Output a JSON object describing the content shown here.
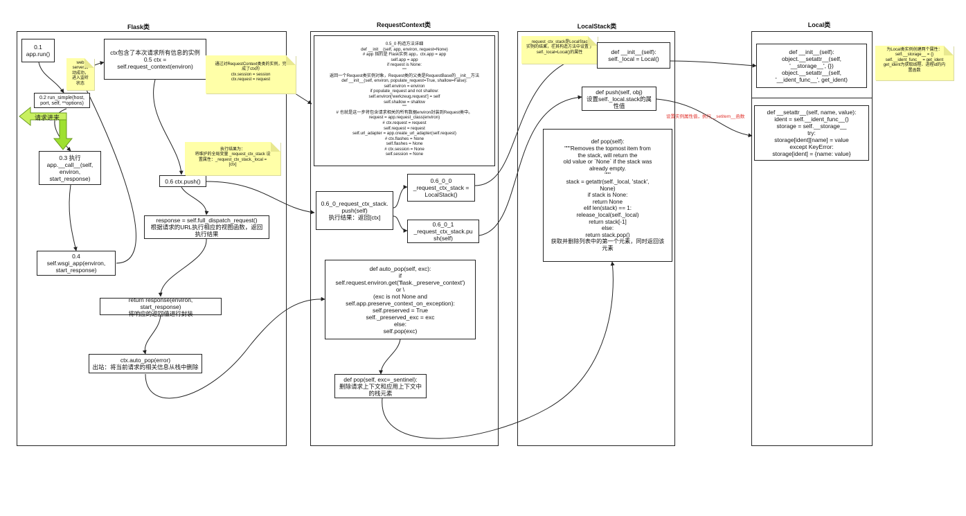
{
  "lanes": {
    "flask": "Flask类",
    "request_context": "RequestContext类",
    "local_stack": "LocalStack类",
    "local": "Local类"
  },
  "flask": {
    "n01": "0.1\napp.run()",
    "n02": "0.2  run_simple(host,\nport, self, **options)",
    "n03": "0.3 执行\napp.__call__(self,\nenviron,\nstart_response)",
    "n04": "0.4\nself.wsgi_app(environ,\nstart_response)",
    "n05": "ctx包含了本次请求所有信息的实例\n0.5 ctx =\nself.request_context(environ)",
    "n06": "0.6 ctx.push()",
    "dispatch": "response = self.full_dispatch_request()\n根据请求的URL执行相应的视图函数，返回\n执行结果",
    "return_response": "return response(environ,\nstart_response)\n将响应的返回值进行封装",
    "auto_pop": "ctx.auto_pop(error)\n出站：将当前请求的相关信息从栈中删除",
    "note_web_server": "web\nserver启\n动成功，\n进入监听\n状态",
    "arrow_label": "请求进来"
  },
  "request_context": {
    "init_code": "0.5_0  构造方法详细\ndef __init__(self, app, environ, request=None)\n# app 指的是 Flask实例 app，ctx.app = app\nself.app = app\nif request is None:\n\"\"\"\n返回一个Request类实例对象，Request类的父类是RequestBase的__init__方法\ndef __init__(self, environ, populate_request=True, shallow=False):\nself.environ = environ\nif populate_request and not shallow:\nself.environ['werkzeug.request'] = self\nself.shallow = shallow\n\"\"\"\n# 也就是这一步将包含请求相关的所有数据environ封装到Request类中。\nrequest = app.request_class(environ)\n# ctx.request = request\nself.request = request\nself.url_adapter = app.create_url_adapter(self.request)\n# ctx.flashes = None\nself.flashes = None\n# ctx.session = None\nself.session = None",
    "push_box": "0.6_0_request_ctx_stack.\npush(self)\n执行结果：返回[ctx]",
    "n060": "0.6_0_0\n_request_ctx_stack =\nLocalStack()",
    "n061": "0.6_0_1\n_request_ctx_stack.pu\nsh(self)",
    "auto_pop_def": "def auto_pop(self, exc):\nif\nself.request.environ.get('flask._preserve_context')\nor \\\n(exc is not None and\nself.app.preserve_context_on_exception):\nself.preserved = True\nself._preserved_exc = exc\nelse:\nself.pop(exc)",
    "pop_def": "def pop(self, exc=_sentinel):\n删除请求上下文和应用上下文中\n的栈元素",
    "note_ctx": "通过对RequestContext类类的实例，完\n成了ctx的\nctx.session = session\nctx.request = request",
    "note_push": "执行结果为：\n将维护的全局变量 _request_ctx_stack 设\n置属性：_request_ctx_stack._local =\n[ctx]"
  },
  "local_stack": {
    "init": "def __init__(self):\nself._local = Local()",
    "push": "def push(self, obj)\n设置self._local.stack的属\n性值",
    "pop": "def pop(self):\n\"\"\"Removes the topmost item from\nthe stack, will return the\nold value or `None` if the stack was\nalready empty.\n\"\"\"\nstack = getattr(self._local, 'stack',\nNone)\nif stack is None:\nreturn None\nelif len(stack) == 1:\nrelease_local(self._local)\nreturn stack[-1]\nelse:\nreturn stack.pop()\n获取并删除列表中的第一个元素，同时返回该\n元素",
    "note": "_request_ctx_stack是LocalStack\n实例的结果，在其构造方法中设置了\nself._local=Local()的属性",
    "red_label": "设置实例属性值，执行__setitem__函数"
  },
  "local": {
    "init": "def __init__(self):\nobject.__setattr__(self,\n'__storage__', {})\nobject.__setattr__(self,\n'__ident_func__', get_ident)",
    "setattr": "def __setattr__(self, name, value):\nident = self.__ident_func__()\nstorage = self.__storage__\ntry:\nstorage[ident][name] = value\nexcept KeyError:\nstorage[ident] = {name: value}",
    "note": "为Local类实例创建两个属性：\nself.__storage__ = {}\nself.__ident_func__ = get_ident\nget_ident为获取线程、进程id的内\n置函数"
  }
}
